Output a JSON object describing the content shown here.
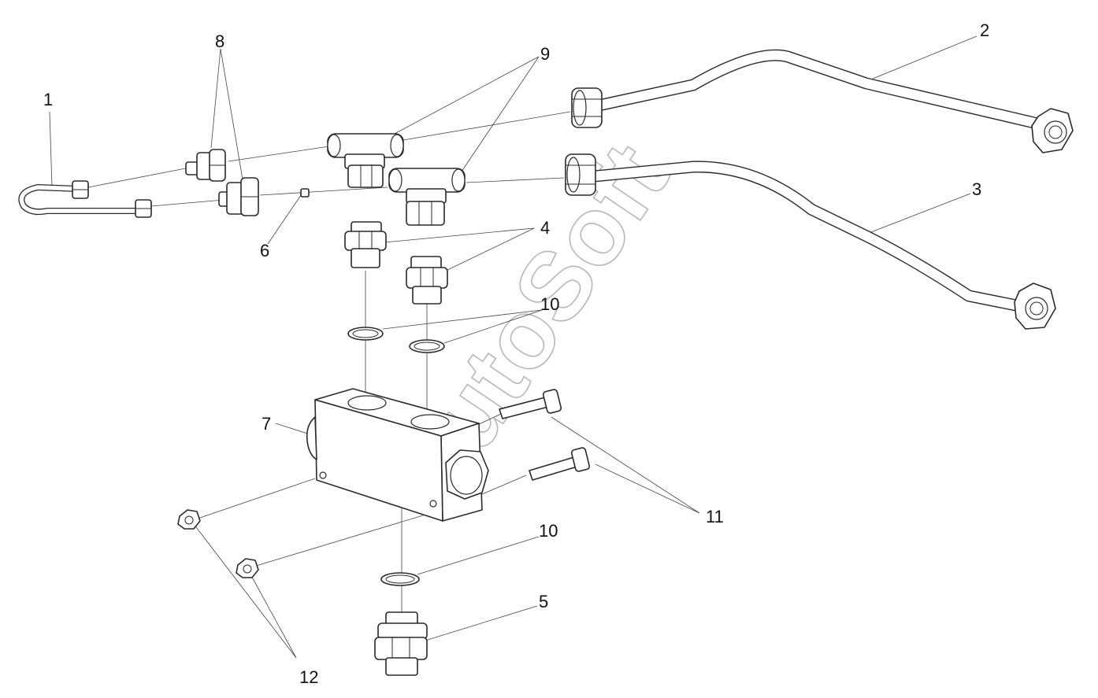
{
  "diagram": {
    "callouts": [
      {
        "id": "1",
        "text": "1"
      },
      {
        "id": "2",
        "text": "2"
      },
      {
        "id": "3",
        "text": "3"
      },
      {
        "id": "4",
        "text": "4"
      },
      {
        "id": "5",
        "text": "5"
      },
      {
        "id": "6",
        "text": "6"
      },
      {
        "id": "7",
        "text": "7"
      },
      {
        "id": "8",
        "text": "8"
      },
      {
        "id": "9",
        "text": "9"
      },
      {
        "id": "10a",
        "text": "10"
      },
      {
        "id": "10b",
        "text": "10"
      },
      {
        "id": "11",
        "text": "11"
      },
      {
        "id": "12",
        "text": "12"
      }
    ],
    "watermark": "AutoSoft",
    "colors": {
      "line": "#2a2a2a",
      "watermark": "#b8b8b8",
      "background": "#ffffff"
    }
  }
}
